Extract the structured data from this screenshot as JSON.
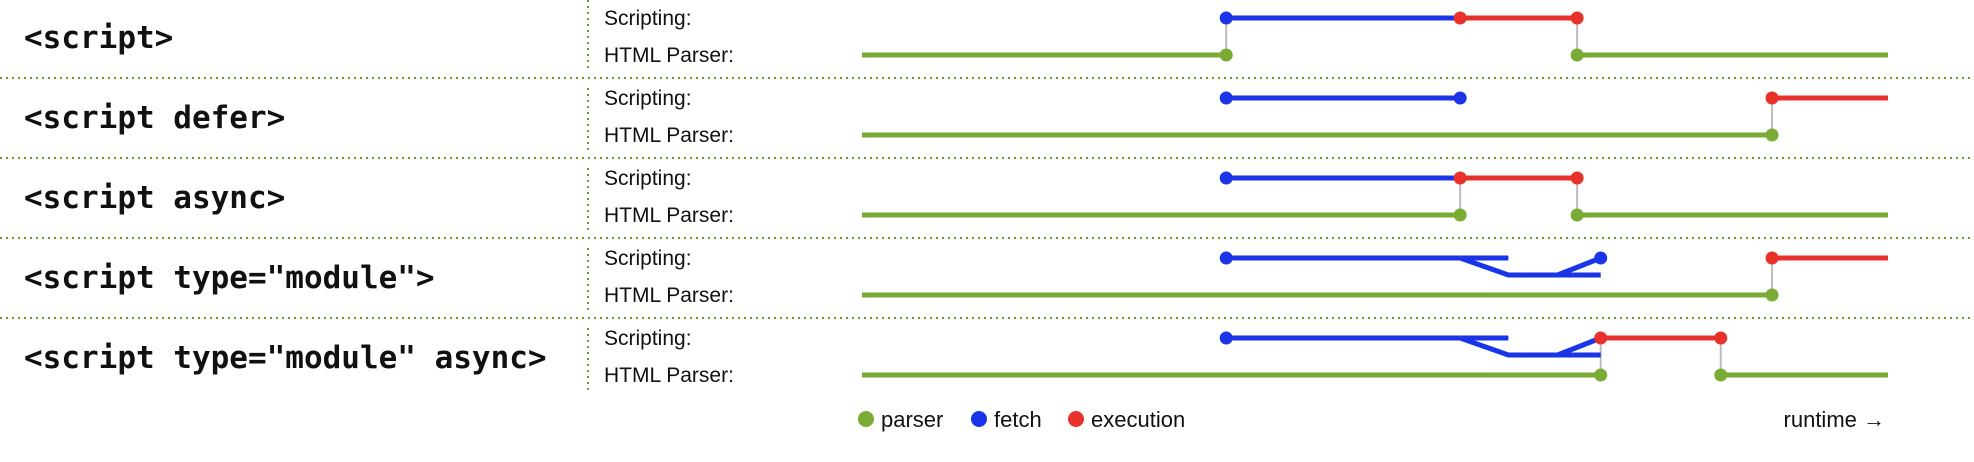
{
  "colors": {
    "parser": "#7aab34",
    "fetch": "#1a35e8",
    "execution": "#e8312a",
    "connector": "#bbbbbb",
    "separator": "#6b9a2a"
  },
  "lanes": {
    "scripting": "Scripting:",
    "parser": "HTML Parser:"
  },
  "rows": [
    {
      "label": "<script>",
      "parser": [
        [
          0,
          0.355
        ],
        [
          0.697,
          1
        ]
      ],
      "fetch": [
        [
          0.355,
          0.583
        ]
      ],
      "exec": [
        [
          0.583,
          0.697
        ]
      ],
      "dots": [
        [
          "fetch",
          "s",
          0.355
        ],
        [
          "parser",
          "p",
          0.355
        ],
        [
          "exec",
          "s",
          0.583
        ],
        [
          "exec",
          "s",
          0.697
        ],
        [
          "parser",
          "p",
          0.697
        ]
      ],
      "links": [
        0.355,
        0.697
      ]
    },
    {
      "label": "<script defer>",
      "parser": [
        [
          0,
          0.887
        ]
      ],
      "fetch": [
        [
          0.355,
          0.583
        ]
      ],
      "exec": [
        [
          0.887,
          1
        ]
      ],
      "dots": [
        [
          "fetch",
          "s",
          0.355
        ],
        [
          "fetch",
          "s",
          0.583
        ],
        [
          "exec",
          "s",
          0.887
        ],
        [
          "parser",
          "p",
          0.887
        ]
      ],
      "links": [
        0.887
      ]
    },
    {
      "label": "<script async>",
      "parser": [
        [
          0,
          0.583
        ],
        [
          0.697,
          1
        ]
      ],
      "fetch": [
        [
          0.355,
          0.583
        ]
      ],
      "exec": [
        [
          0.583,
          0.697
        ]
      ],
      "dots": [
        [
          "fetch",
          "s",
          0.355
        ],
        [
          "exec",
          "s",
          0.583
        ],
        [
          "exec",
          "s",
          0.697
        ],
        [
          "parser",
          "p",
          0.583
        ],
        [
          "parser",
          "p",
          0.697
        ]
      ],
      "links": [
        0.583,
        0.697
      ]
    },
    {
      "label": "<script type=\"module\">",
      "parser": [
        [
          0,
          0.887
        ]
      ],
      "fetch": [
        [
          0.355,
          0.583
        ]
      ],
      "exec": [
        [
          0.887,
          1
        ]
      ],
      "modfetch": true,
      "dots": [
        [
          "fetch",
          "s",
          0.355
        ],
        [
          "fetch",
          "s",
          0.72
        ],
        [
          "exec",
          "s",
          0.887
        ],
        [
          "parser",
          "p",
          0.887
        ]
      ],
      "links": [
        0.887
      ]
    },
    {
      "label": "<script type=\"module\" async>",
      "parser": [
        [
          0,
          0.72
        ],
        [
          0.837,
          1
        ]
      ],
      "fetch": [
        [
          0.355,
          0.583
        ]
      ],
      "exec": [
        [
          0.72,
          0.837
        ]
      ],
      "modfetch": true,
      "dots": [
        [
          "fetch",
          "s",
          0.355
        ],
        [
          "exec",
          "s",
          0.72
        ],
        [
          "exec",
          "s",
          0.837
        ],
        [
          "parser",
          "p",
          0.72
        ],
        [
          "parser",
          "p",
          0.837
        ]
      ],
      "links": [
        0.72,
        0.837
      ]
    }
  ],
  "legend": {
    "parser": "parser",
    "fetch": "fetch",
    "execution": "execution",
    "runtime": "runtime →"
  }
}
